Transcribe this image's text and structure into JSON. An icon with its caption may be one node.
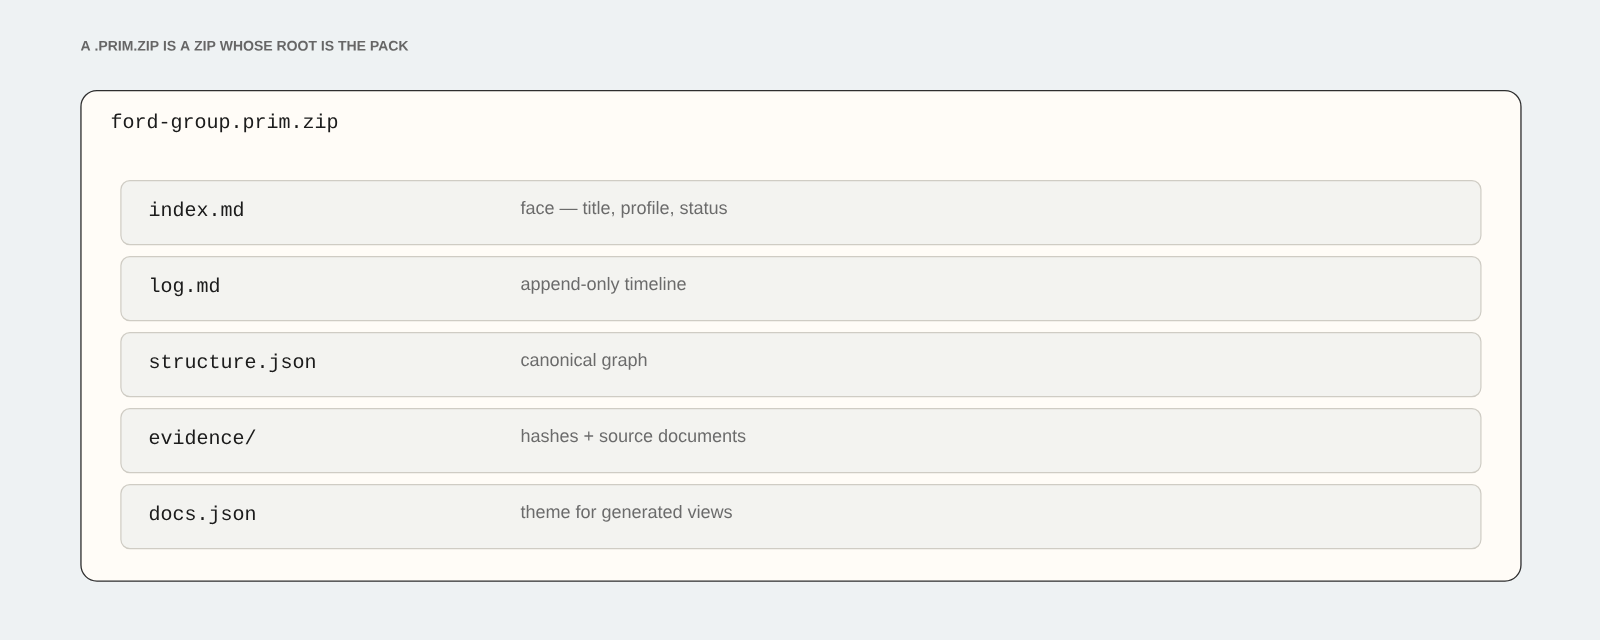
{
  "diagram": {
    "title": "A .PRIM.ZIP IS A ZIP WHOSE ROOT IS THE PACK",
    "nodes": [
      {
        "text": [
          "ford-group.prim.zip"
        ]
      },
      {
        "text": [
          "index.md",
          "face — title, profile, status"
        ],
        "in": 0
      },
      {
        "text": [
          "log.md",
          "append-only timeline"
        ],
        "in": 0
      },
      {
        "text": [
          "structure.json",
          "canonical graph"
        ],
        "in": 0
      },
      {
        "text": [
          "evidence/",
          "hashes + source documents"
        ],
        "in": 0
      },
      {
        "text": [
          "docs.json",
          "theme for generated views"
        ],
        "in": 0
      }
    ]
  }
}
